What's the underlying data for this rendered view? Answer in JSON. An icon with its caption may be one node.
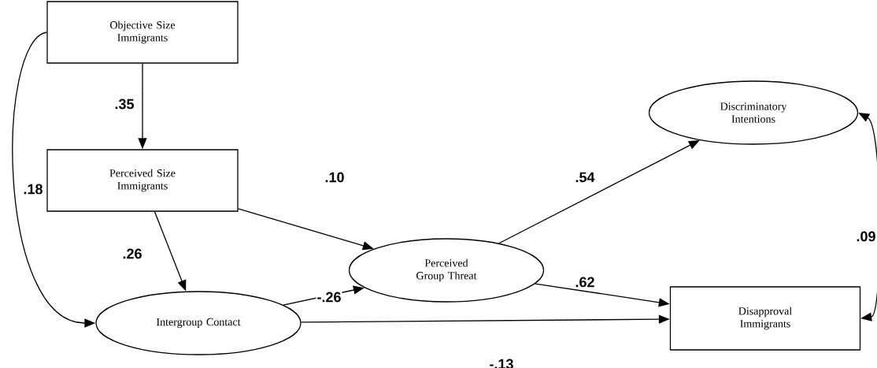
{
  "diagram": {
    "nodes": [
      {
        "text": [
          "Objective Size Immigrants"
        ]
      },
      {
        "text": [
          "Perceived Size Immigrants"
        ]
      },
      {
        "text": [
          "Intergroup Contact"
        ]
      },
      {
        "text": [
          "Perceived Group Threat"
        ]
      },
      {
        "text": [
          "Discriminatory Intentions"
        ]
      },
      {
        "text": [
          "Disapproval Immigrants"
        ]
      }
    ],
    "edges": [
      {
        "from": 0,
        "to": 1,
        "arrow": "to",
        "label": ".35"
      },
      {
        "from": 0,
        "to": 2,
        "arrow": "to",
        "label": ".18"
      },
      {
        "from": 1,
        "to": 3,
        "arrow": "to",
        "label": ".10"
      },
      {
        "from": 1,
        "to": 2,
        "arrow": "to",
        "label": ".26"
      },
      {
        "from": 2,
        "to": 3,
        "arrow": "to",
        "label": "-.26"
      },
      {
        "from": 3,
        "to": 4,
        "arrow": "to",
        "label": ".54"
      },
      {
        "from": 3,
        "to": 5,
        "arrow": "to",
        "label": ".62"
      },
      {
        "from": 2,
        "to": 5,
        "arrow": "to",
        "label": "-.13"
      },
      {
        "from": 4,
        "to": 5,
        "arrow": "both",
        "label": ".09"
      }
    ]
  }
}
